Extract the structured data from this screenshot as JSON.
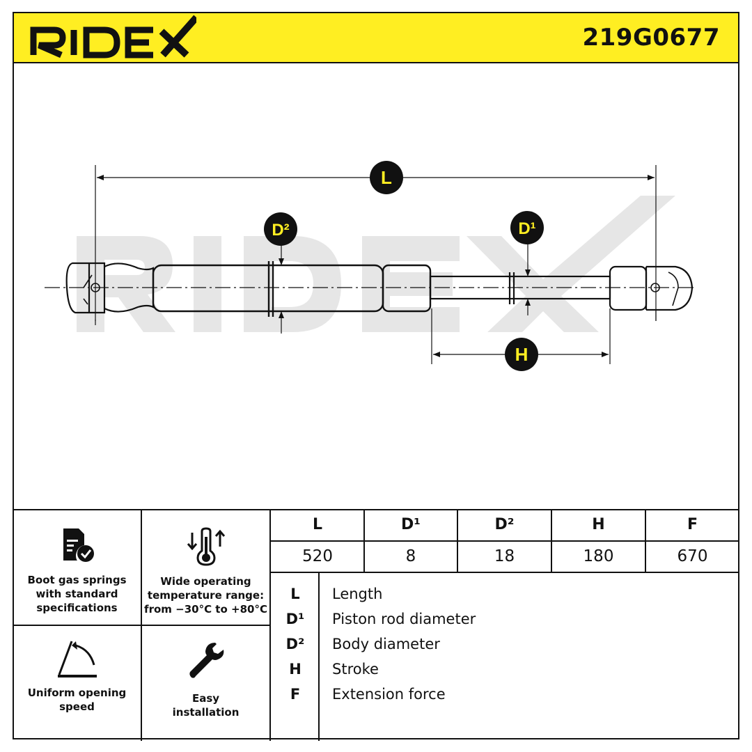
{
  "header": {
    "brand": "RIDEX",
    "part_number": "219G0677"
  },
  "drawing": {
    "dimension_labels": {
      "L": "L",
      "D1": "D¹",
      "D2": "D²",
      "H": "H"
    },
    "watermark": "RIDEX"
  },
  "features": [
    {
      "icon": "document-check-icon",
      "text": [
        "Boot gas springs",
        "with standard",
        "specifications"
      ]
    },
    {
      "icon": "thermometer-icon",
      "text": [
        "Wide operating",
        "temperature range:",
        "from −30°C to +80°C"
      ]
    },
    {
      "icon": "opening-angle-icon",
      "text": [
        "Uniform opening",
        "speed"
      ]
    },
    {
      "icon": "wrench-icon",
      "text": [
        "Easy",
        "installation"
      ]
    }
  ],
  "specs": {
    "headers": [
      "L",
      "D¹",
      "D²",
      "H",
      "F"
    ],
    "values": [
      "520",
      "8",
      "18",
      "180",
      "670"
    ]
  },
  "legend": [
    {
      "key": "L",
      "label": "Length"
    },
    {
      "key": "D¹",
      "label": "Piston rod diameter"
    },
    {
      "key": "D²",
      "label": "Body diameter"
    },
    {
      "key": "H",
      "label": "Stroke"
    },
    {
      "key": "F",
      "label": "Extension force"
    }
  ],
  "colors": {
    "accent": "#ffee22",
    "ink": "#111111",
    "watermark": "#e6e6e6"
  }
}
